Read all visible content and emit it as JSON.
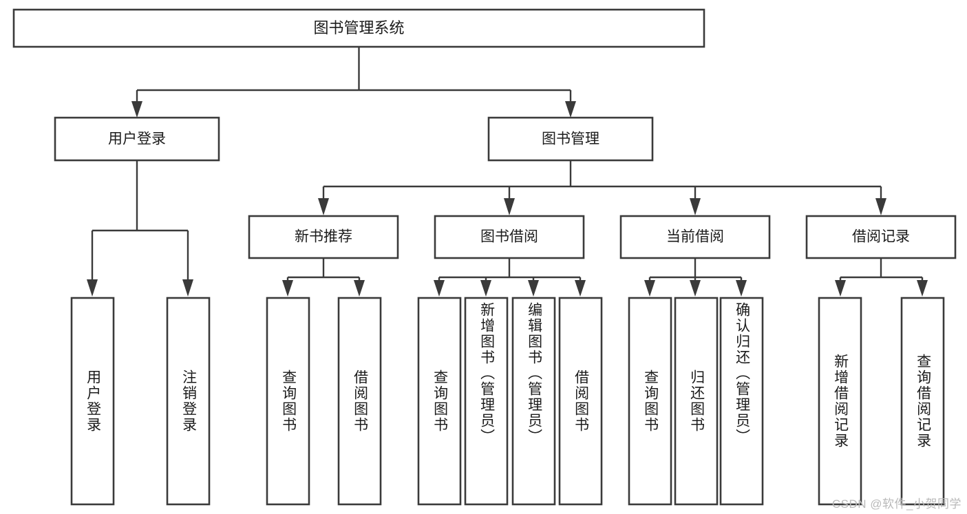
{
  "diagram": {
    "kind": "tree-hierarchy-chart",
    "title_node": {
      "label": "图书管理系统"
    },
    "level2": [
      {
        "id": "user-login",
        "label": "用户登录"
      },
      {
        "id": "book-manage",
        "label": "图书管理"
      }
    ],
    "level3": [
      {
        "id": "new-book-recommend",
        "label": "新书推荐"
      },
      {
        "id": "book-borrow",
        "label": "图书借阅"
      },
      {
        "id": "current-borrow",
        "label": "当前借阅"
      },
      {
        "id": "borrow-record",
        "label": "借阅记录"
      }
    ],
    "leaves": {
      "user_login": [
        {
          "id": "leaf-user-login",
          "label": "用户登录"
        },
        {
          "id": "leaf-logout",
          "label": "注销登录"
        }
      ],
      "new_book_recommend": [
        {
          "id": "leaf-query-book-1",
          "label": "查询图书"
        },
        {
          "id": "leaf-borrow-book-1",
          "label": "借阅图书"
        }
      ],
      "book_borrow": [
        {
          "id": "leaf-query-book-2",
          "label": "查询图书"
        },
        {
          "id": "leaf-add-book",
          "label": "新增图书（管理员）"
        },
        {
          "id": "leaf-edit-book",
          "label": "编辑图书（管理员）"
        },
        {
          "id": "leaf-borrow-book-2",
          "label": "借阅图书"
        }
      ],
      "current_borrow": [
        {
          "id": "leaf-query-book-3",
          "label": "查询图书"
        },
        {
          "id": "leaf-return-book",
          "label": "归还图书"
        },
        {
          "id": "leaf-confirm-return",
          "label": "确认归还（管理员）"
        }
      ],
      "borrow_record": [
        {
          "id": "leaf-add-record",
          "label": "新增借阅记录"
        },
        {
          "id": "leaf-query-record",
          "label": "查询借阅记录"
        }
      ]
    },
    "watermark": "CSDN @软件_小贺同学",
    "colors": {
      "stroke": "#3a3a3a",
      "box_fill": "#ffffff",
      "text": "#1b1b1b",
      "background": "#ffffff",
      "watermark": "#b9b9b9"
    }
  }
}
